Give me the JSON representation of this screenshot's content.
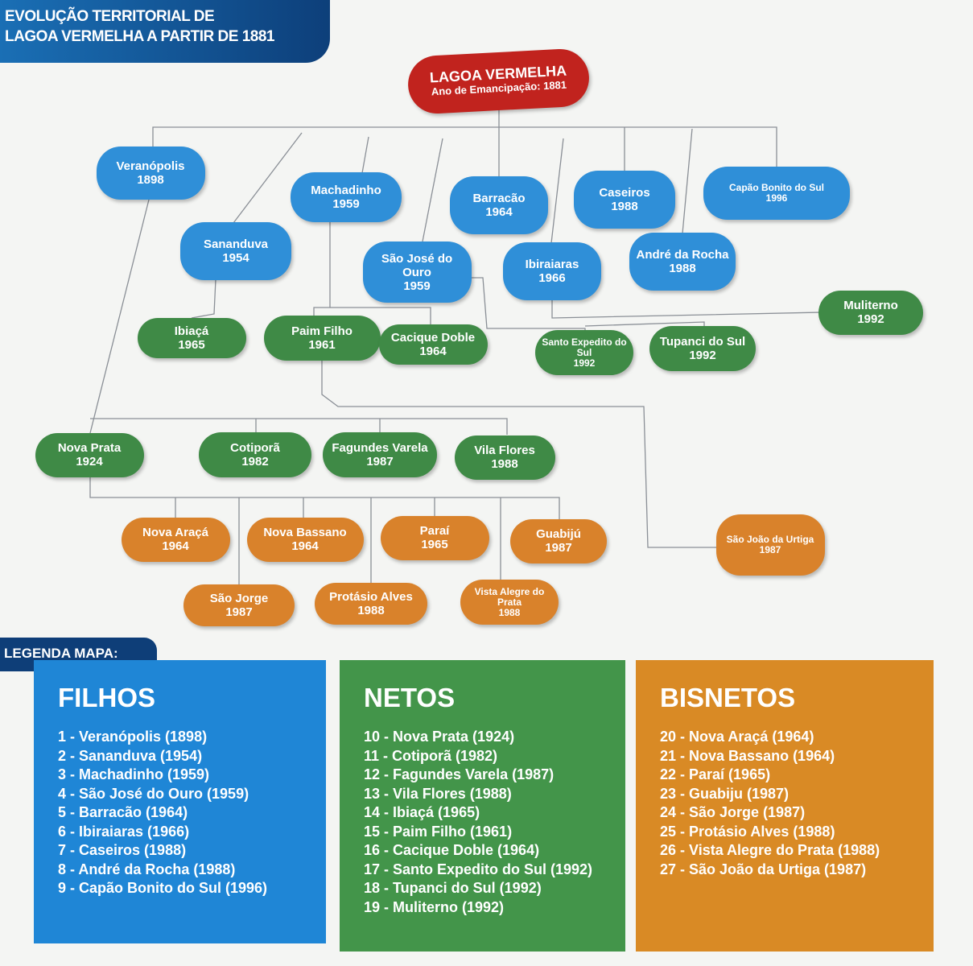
{
  "header": {
    "title_line1": "EVOLUÇÃO TERRITORIAL DE",
    "title_line2": "LAGOA VERMELHA A PARTIR DE 1881"
  },
  "root": {
    "name": "LAGOA VERMELHA",
    "subtitle": "Ano de Emancipação: 1881"
  },
  "nodes": [
    {
      "id": "veranopolis",
      "name": "Veranópolis",
      "year": "1898",
      "level": "filho"
    },
    {
      "id": "machadinho",
      "name": "Machadinho",
      "year": "1959",
      "level": "filho"
    },
    {
      "id": "barracao",
      "name": "Barracão",
      "year": "1964",
      "level": "filho"
    },
    {
      "id": "caseiros",
      "name": "Caseiros",
      "year": "1988",
      "level": "filho"
    },
    {
      "id": "capao-bonito",
      "name": "Capão Bonito do Sul",
      "year": "1996",
      "level": "filho"
    },
    {
      "id": "sananduva",
      "name": "Sananduva",
      "year": "1954",
      "level": "filho"
    },
    {
      "id": "sao-jose-do-ouro",
      "name": "São José do Ouro",
      "year": "1959",
      "level": "filho"
    },
    {
      "id": "ibiraiaras",
      "name": "Ibiraiaras",
      "year": "1966",
      "level": "filho"
    },
    {
      "id": "andre-da-rocha",
      "name": "André da Rocha",
      "year": "1988",
      "level": "filho"
    },
    {
      "id": "muliterno",
      "name": "Muliterno",
      "year": "1992",
      "level": "neto"
    },
    {
      "id": "ibiaca",
      "name": "Ibiaçá",
      "year": "1965",
      "level": "neto"
    },
    {
      "id": "paim-filho",
      "name": "Paim Filho",
      "year": "1961",
      "level": "neto"
    },
    {
      "id": "cacique-doble",
      "name": "Cacique Doble",
      "year": "1964",
      "level": "neto"
    },
    {
      "id": "santo-expedito",
      "name": "Santo Expedito do Sul",
      "year": "1992",
      "level": "neto"
    },
    {
      "id": "tupanci",
      "name": "Tupanci do Sul",
      "year": "1992",
      "level": "neto"
    },
    {
      "id": "nova-prata",
      "name": "Nova Prata",
      "year": "1924",
      "level": "neto"
    },
    {
      "id": "cotipora",
      "name": "Cotiporã",
      "year": "1982",
      "level": "neto"
    },
    {
      "id": "fagundes-varela",
      "name": "Fagundes Varela",
      "year": "1987",
      "level": "neto"
    },
    {
      "id": "vila-flores",
      "name": "Vila Flores",
      "year": "1988",
      "level": "neto"
    },
    {
      "id": "nova-araca",
      "name": "Nova Araçá",
      "year": "1964",
      "level": "bisneto"
    },
    {
      "id": "nova-bassano",
      "name": "Nova Bassano",
      "year": "1964",
      "level": "bisneto"
    },
    {
      "id": "parai",
      "name": "Paraí",
      "year": "1965",
      "level": "bisneto"
    },
    {
      "id": "guabiju",
      "name": "Guabijú",
      "year": "1987",
      "level": "bisneto"
    },
    {
      "id": "sao-joao-da-urtiga",
      "name": "São João da Urtiga",
      "year": "1987",
      "level": "bisneto"
    },
    {
      "id": "sao-jorge",
      "name": "São Jorge",
      "year": "1987",
      "level": "bisneto"
    },
    {
      "id": "protasio-alves",
      "name": "Protásio Alves",
      "year": "1988",
      "level": "bisneto"
    },
    {
      "id": "vista-alegre",
      "name": "Vista Alegre do Prata",
      "year": "1988",
      "level": "bisneto"
    }
  ],
  "legend": {
    "title": "LEGENDA MAPA:",
    "groups": [
      {
        "title": "FILHOS",
        "color": "#1f86d6",
        "items": [
          "1 - Veranópolis (1898)",
          "2 - Sananduva (1954)",
          "3 - Machadinho (1959)",
          "4 - São José do Ouro (1959)",
          "5 - Barracão (1964)",
          "6 - Ibiraiaras (1966)",
          "7 - Caseiros (1988)",
          "8 - André da Rocha (1988)",
          "9 - Capão Bonito do Sul (1996)"
        ]
      },
      {
        "title": "NETOS",
        "color": "#43954a",
        "items": [
          "10 - Nova Prata (1924)",
          "11 - Cotiporã (1982)",
          "12 - Fagundes Varela (1987)",
          "13 - Vila Flores (1988)",
          "14 - Ibiaçá (1965)",
          "15 - Paim Filho (1961)",
          "16 - Cacique Doble (1964)",
          "17 - Santo Expedito do Sul (1992)",
          "18 - Tupanci do Sul (1992)",
          "19 - Muliterno (1992)"
        ]
      },
      {
        "title": "BISNETOS",
        "color": "#d98a25",
        "items": [
          "20 - Nova Araçá (1964)",
          "21 - Nova Bassano (1964)",
          "22 - Paraí (1965)",
          "23 - Guabiju (1987)",
          "24 - São Jorge (1987)",
          "25 - Protásio Alves (1988)",
          "26 - Vista Alegre do Prata (1988)",
          "27 - São João da Urtiga (1987)"
        ]
      }
    ]
  }
}
